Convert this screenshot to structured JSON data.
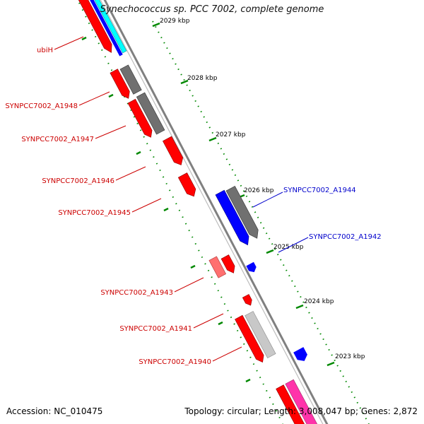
{
  "title": "Synechococcus sp. PCC 7002, complete genome",
  "footer": {
    "accession": "Accession: NC_010475",
    "summary": "Topology: circular; Length: 3,008,047 bp; Genes: 2,872"
  },
  "ticks": [
    "2029 kbp",
    "2028 kbp",
    "2027 kbp",
    "2026 kbp",
    "2025 kbp",
    "2024 kbp",
    "2023 kbp"
  ],
  "gene_labels": {
    "left": [
      "ubiH",
      "SYNPCC7002_A1948",
      "SYNPCC7002_A1947",
      "SYNPCC7002_A1946",
      "SYNPCC7002_A1945",
      "SYNPCC7002_A1943",
      "SYNPCC7002_A1941",
      "SYNPCC7002_A1940"
    ],
    "right": [
      "SYNPCC7002_A1944",
      "SYNPCC7002_A1942"
    ]
  },
  "colors": {
    "red": "#ff0000",
    "blue": "#0000ff",
    "gray": "#707070",
    "light_gray": "#c8c8c8",
    "cyan": "#00ffff",
    "pink": "#ff6f6f",
    "magenta": "#ff00aa",
    "backbone": "#808080",
    "tick_green": "#008800",
    "label_red": "#cc0000",
    "label_blue": "#0000cc"
  }
}
